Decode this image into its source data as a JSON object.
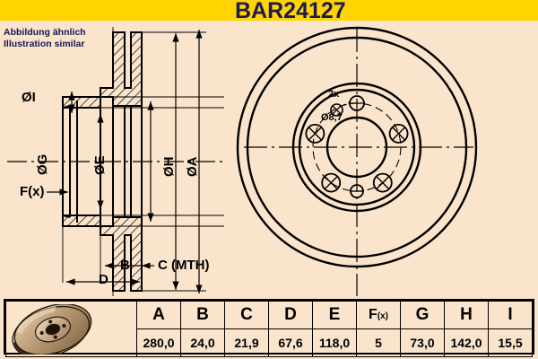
{
  "banner": {
    "title": "BAR24127",
    "bg_color": "#ffd400",
    "text_color": "#1b1b52"
  },
  "note": {
    "line1": "Abbildung ähnlich",
    "line2": "Illustration similar"
  },
  "page": {
    "background_color": "#fae4cb",
    "line_color": "#000000"
  },
  "section_view": {
    "labels": {
      "dia_i": "ØI",
      "dia_g": "ØG",
      "dia_e": "ØE",
      "dia_h": "ØH",
      "dia_a": "ØA",
      "f_x": "F(x)",
      "b": "B",
      "c_mth": "C (MTH)",
      "d": "D"
    }
  },
  "front_view": {
    "callout": {
      "count": "2x",
      "diameter": "Ø8,7"
    }
  },
  "spec_table": {
    "thumbnail_name": "brake-disc-thumbnail",
    "headers": [
      "A",
      "B",
      "C",
      "D",
      "E",
      "F(x)",
      "G",
      "H",
      "I"
    ],
    "values": [
      "280,0",
      "24,0",
      "21,9",
      "67,6",
      "118,0",
      "5",
      "73,0",
      "142,0",
      "15,5"
    ]
  }
}
